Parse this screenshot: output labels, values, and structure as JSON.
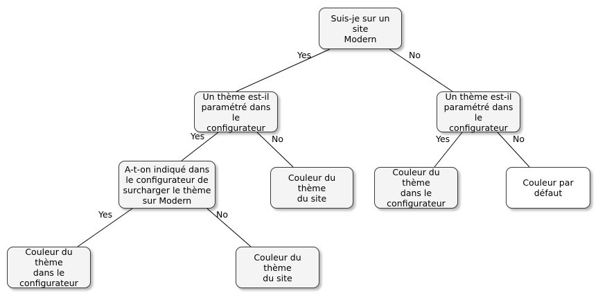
{
  "nodes": {
    "root": "Suis-je sur un site\nModern",
    "q_left": "Un thème est-il\nparamétré dans le\nconfigurateur",
    "q_right": "Un thème est-il\nparamétré dans le\nconfigurateur",
    "q_override": "A-t-on indiqué dans\nle configurateur de\nsurcharger le thème\nsur Modern",
    "site_color_mid": "Couleur du thème\ndu site",
    "config_color_right": "Couleur du thème\ndans le\nconfigurateur",
    "default_color": "Couleur par défaut",
    "config_color_bottom": "Couleur du thème\ndans le\nconfigurateur",
    "site_color_bottom": "Couleur du thème\ndu site"
  },
  "edges": {
    "root_yes": "Yes",
    "root_no": "No",
    "left_yes": "Yes",
    "left_no": "No",
    "right_yes": "Yes",
    "right_no": "No",
    "override_yes": "Yes",
    "override_no": "No"
  }
}
